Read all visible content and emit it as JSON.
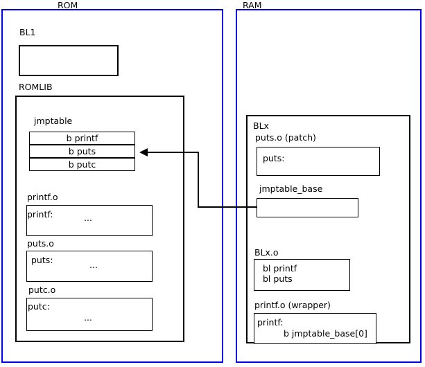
{
  "diagram": {
    "title_rom": "ROM",
    "title_ram": "RAM"
  },
  "rom": {
    "label": "ROM",
    "bl1": {
      "label": "BL1"
    },
    "romlib": {
      "label": "ROMLIB",
      "jmptable": {
        "label": "jmptable",
        "rows": [
          {
            "text": "b printf"
          },
          {
            "text": "b puts"
          },
          {
            "text": "b putc"
          }
        ]
      },
      "objects": [
        {
          "label": "printf.o",
          "symbol": "printf:",
          "body": "..."
        },
        {
          "label": "puts.o",
          "symbol": "puts:",
          "body": "..."
        },
        {
          "label": "putc.o",
          "symbol": "putc:",
          "body": "..."
        }
      ]
    }
  },
  "ram": {
    "label": "RAM",
    "blx": {
      "label": "BLx",
      "puts_patch": {
        "label": "puts.o (patch)",
        "symbol": "puts:"
      },
      "jmptable_base": {
        "label": "jmptable_base"
      },
      "blx_o": {
        "label": "BLx.o",
        "line1": "bl printf",
        "line2": "bl puts"
      },
      "printf_wrapper": {
        "label": "printf.o (wrapper)",
        "symbol": "printf:",
        "branch": "b jmptable_base[0]"
      }
    }
  },
  "connector": {
    "name": "jmptable-base-to-b-puts-arrow",
    "description": "arrow from jmptable_base in RAM to the 'b puts' entry of jmptable in ROM",
    "color": "#000000"
  }
}
